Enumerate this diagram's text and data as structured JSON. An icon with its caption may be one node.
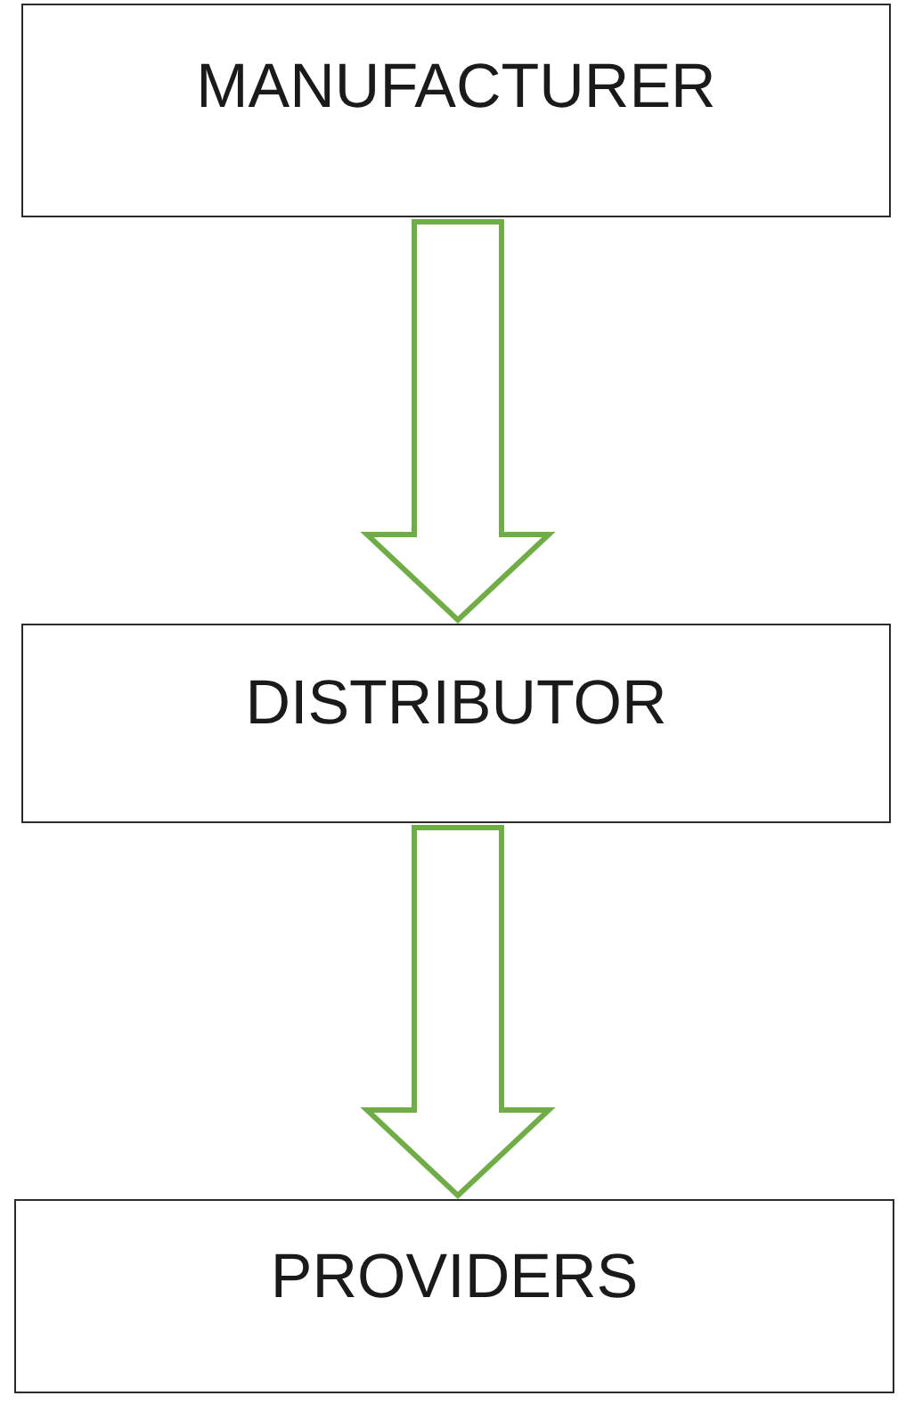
{
  "diagram": {
    "nodes": [
      {
        "text": [
          "MANUFACTURER"
        ]
      },
      {
        "text": [
          "DISTRIBUTOR"
        ]
      },
      {
        "text": [
          "PROVIDERS"
        ]
      }
    ],
    "edges": [
      {
        "from": 0,
        "to": 1,
        "arrow": "to"
      },
      {
        "from": 1,
        "to": 2,
        "arrow": "to"
      }
    ]
  }
}
